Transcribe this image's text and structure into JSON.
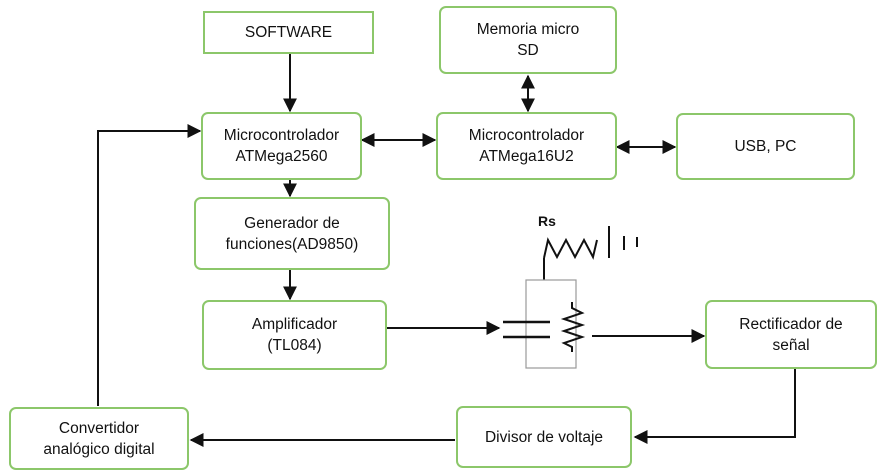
{
  "colors": {
    "block_border": "#8cc76a",
    "wire": "#111111",
    "circuit_frame": "#9a9a9a"
  },
  "blocks": {
    "software": "SOFTWARE",
    "memoria": "Memoria micro\nSD",
    "mcu_2560": "Microcontrolador\nATMega2560",
    "mcu_16u2": "Microcontrolador\nATMega16U2",
    "usb_pc": "USB, PC",
    "generador": "Generador de\nfunciones(AD9850)",
    "amplificador": "Amplificador\n(TL084)",
    "rectificador": "Rectificador de\nseñal",
    "divisor": "Divisor de voltaje",
    "convertidor": "Convertidor\nanalógico digital"
  },
  "circuit": {
    "rs_label": "Rs"
  }
}
